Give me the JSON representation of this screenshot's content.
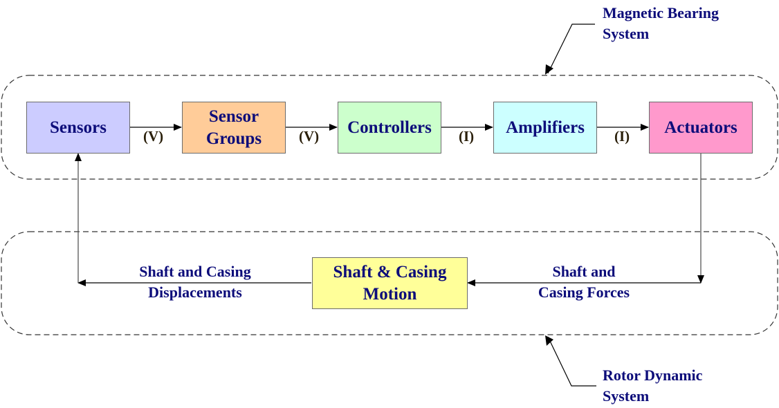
{
  "diagram": {
    "system_labels": {
      "magnetic_bearing": [
        "Magnetic Bearing",
        "System"
      ],
      "rotor_dynamic": [
        "Rotor Dynamic",
        "System"
      ]
    },
    "blocks": [
      {
        "id": "sensors",
        "lines": [
          "Sensors"
        ],
        "fill": "#ccccff"
      },
      {
        "id": "sensor-groups",
        "lines": [
          "Sensor",
          "Groups"
        ],
        "fill": "#ffcc99"
      },
      {
        "id": "controllers",
        "lines": [
          "Controllers"
        ],
        "fill": "#ccffcc"
      },
      {
        "id": "amplifiers",
        "lines": [
          "Amplifiers"
        ],
        "fill": "#ccffff"
      },
      {
        "id": "actuators",
        "lines": [
          "Actuators"
        ],
        "fill": "#ff99cc"
      },
      {
        "id": "shaft-casing-motion",
        "lines": [
          "Shaft & Casing",
          "Motion"
        ],
        "fill": "#ffff99"
      }
    ],
    "signals": [
      "(V)",
      "(V)",
      "(I)",
      "(I)"
    ],
    "flow_labels": {
      "forces": [
        "Shaft and",
        "Casing Forces"
      ],
      "displacements": [
        "Shaft and Casing",
        "Displacements"
      ]
    },
    "colors": {
      "text": "#0d0d7a",
      "line": "#000000",
      "border": "#6b6b6b"
    }
  }
}
